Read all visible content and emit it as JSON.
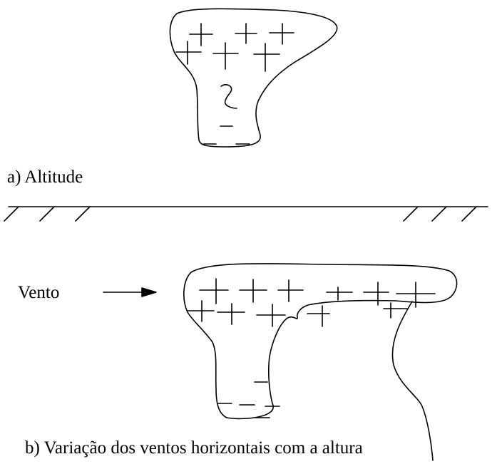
{
  "figure": {
    "caption_a": "a) Altitude",
    "caption_b": "b) Variação dos ventos horizontais com a altura",
    "wind_label": "Vento"
  },
  "charges": {
    "positive_symbol": "+",
    "negative_symbol": "−"
  },
  "colors": {
    "ink": "#000000",
    "background": "#ffffff"
  }
}
